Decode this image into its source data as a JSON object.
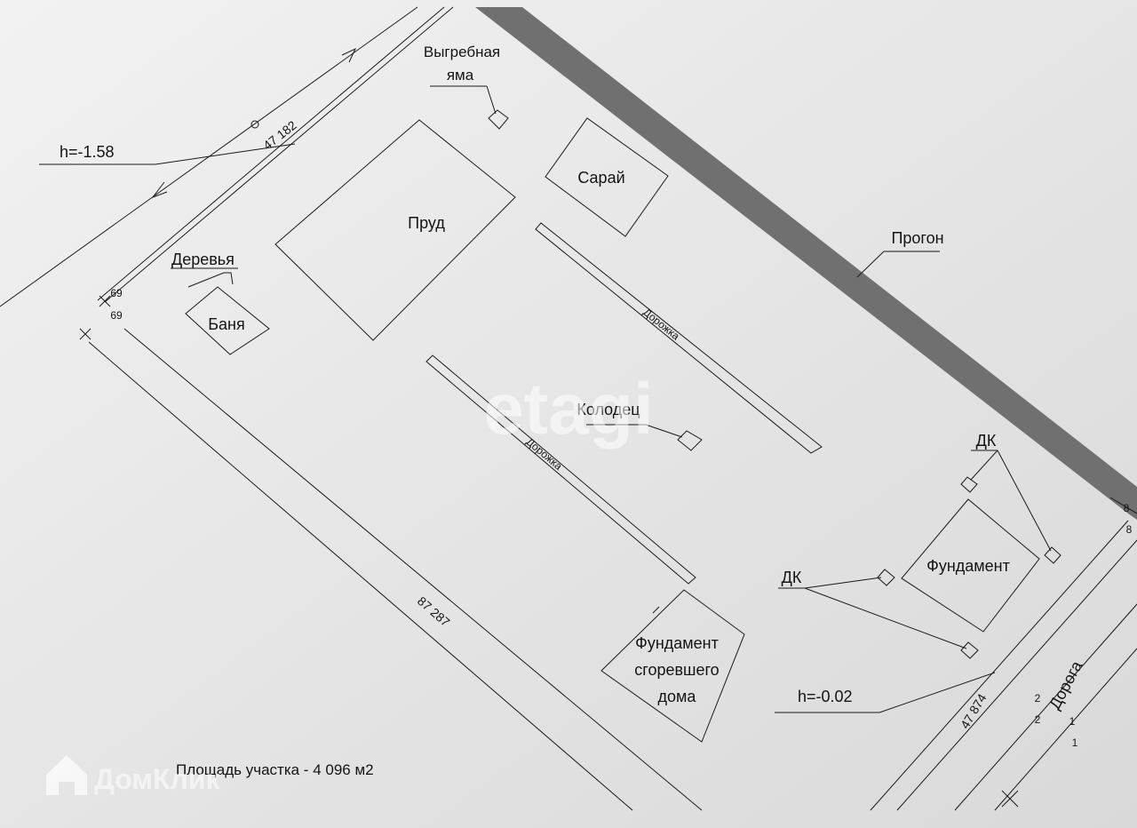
{
  "plan": {
    "prud": "Пруд",
    "saray": "Сарай",
    "progon": "Прогон",
    "vygrebnaya_1": "Выгребная",
    "vygrebnaya_2": "яма",
    "derevya": "Деревья",
    "banya": "Баня",
    "kolodets": "Колодец",
    "dorozhka": "Дорожка",
    "dk": "ДК",
    "fundament": "Фундамент",
    "burnt_1": "Фундамент",
    "burnt_2": "сгоревшего",
    "burnt_3": "дома",
    "doroga": "Дорога",
    "h_left": "h=-1.58",
    "h_right": "h=-0.02",
    "area": "Площадь участка - 4 096 м2"
  },
  "dimensions": {
    "top": "47 182",
    "left": "87 287",
    "right": "47 874"
  },
  "points": {
    "p69": "69",
    "p8": "8",
    "p2": "2",
    "p1": "1"
  },
  "watermark": {
    "brand": "ДомКлик",
    "etagi": "etagi",
    "house_icon": "house-icon"
  },
  "colors": {
    "paper": "#e9e9e9",
    "ink": "#1a1a1a",
    "progon_band": "#6f6f6f"
  }
}
